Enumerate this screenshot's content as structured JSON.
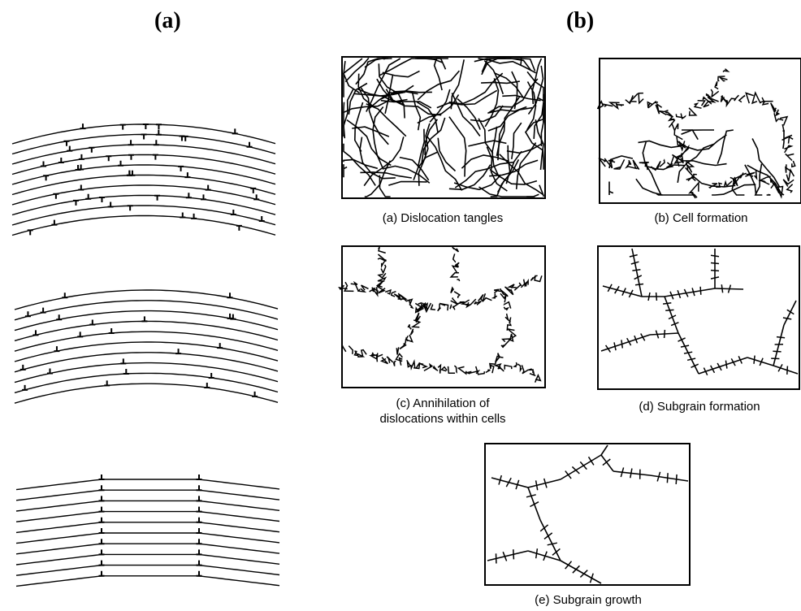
{
  "headings": {
    "a": "(a)",
    "b": "(b)"
  },
  "captions": {
    "a": "(a) Dislocation tangles",
    "b": "(b) Cell formation",
    "c_line1": "(c) Annihilation of",
    "c_line2": "dislocations  within cells",
    "d": "(d) Subgrain formation",
    "e": "(e) Subgrain growth"
  },
  "stages_a": [
    "random-dislocations",
    "polygonization-partial",
    "polygonized-walls"
  ],
  "colors": {
    "ink": "#000000",
    "background": "#ffffff"
  }
}
